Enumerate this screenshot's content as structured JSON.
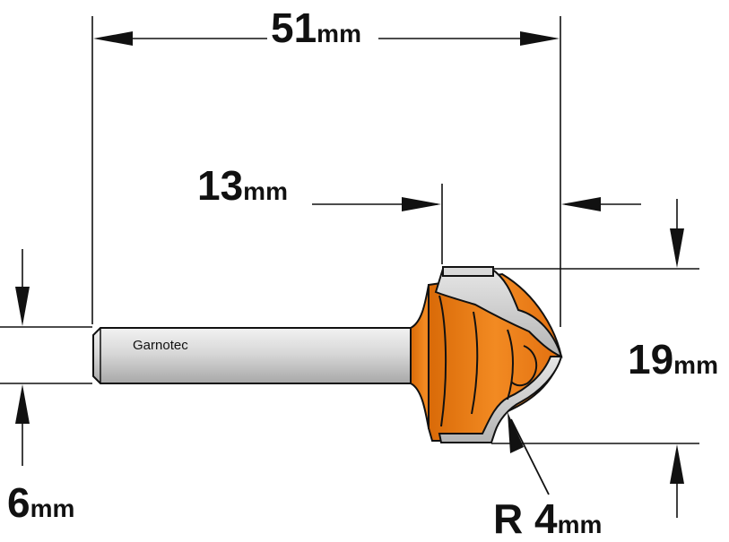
{
  "dimensions": {
    "overall_length": {
      "value": "51",
      "unit": "mm"
    },
    "cutting_length": {
      "value": "13",
      "unit": "mm"
    },
    "cutting_height": {
      "value": "19",
      "unit": "mm"
    },
    "shank_diameter": {
      "value": "6",
      "unit": "mm"
    },
    "radius": {
      "value": "R 4",
      "unit": "mm"
    }
  },
  "shank_label": "Garnotec",
  "colors": {
    "line": "#111111",
    "body_orange": "#ef7d13",
    "steel": "#c7c7c7"
  }
}
